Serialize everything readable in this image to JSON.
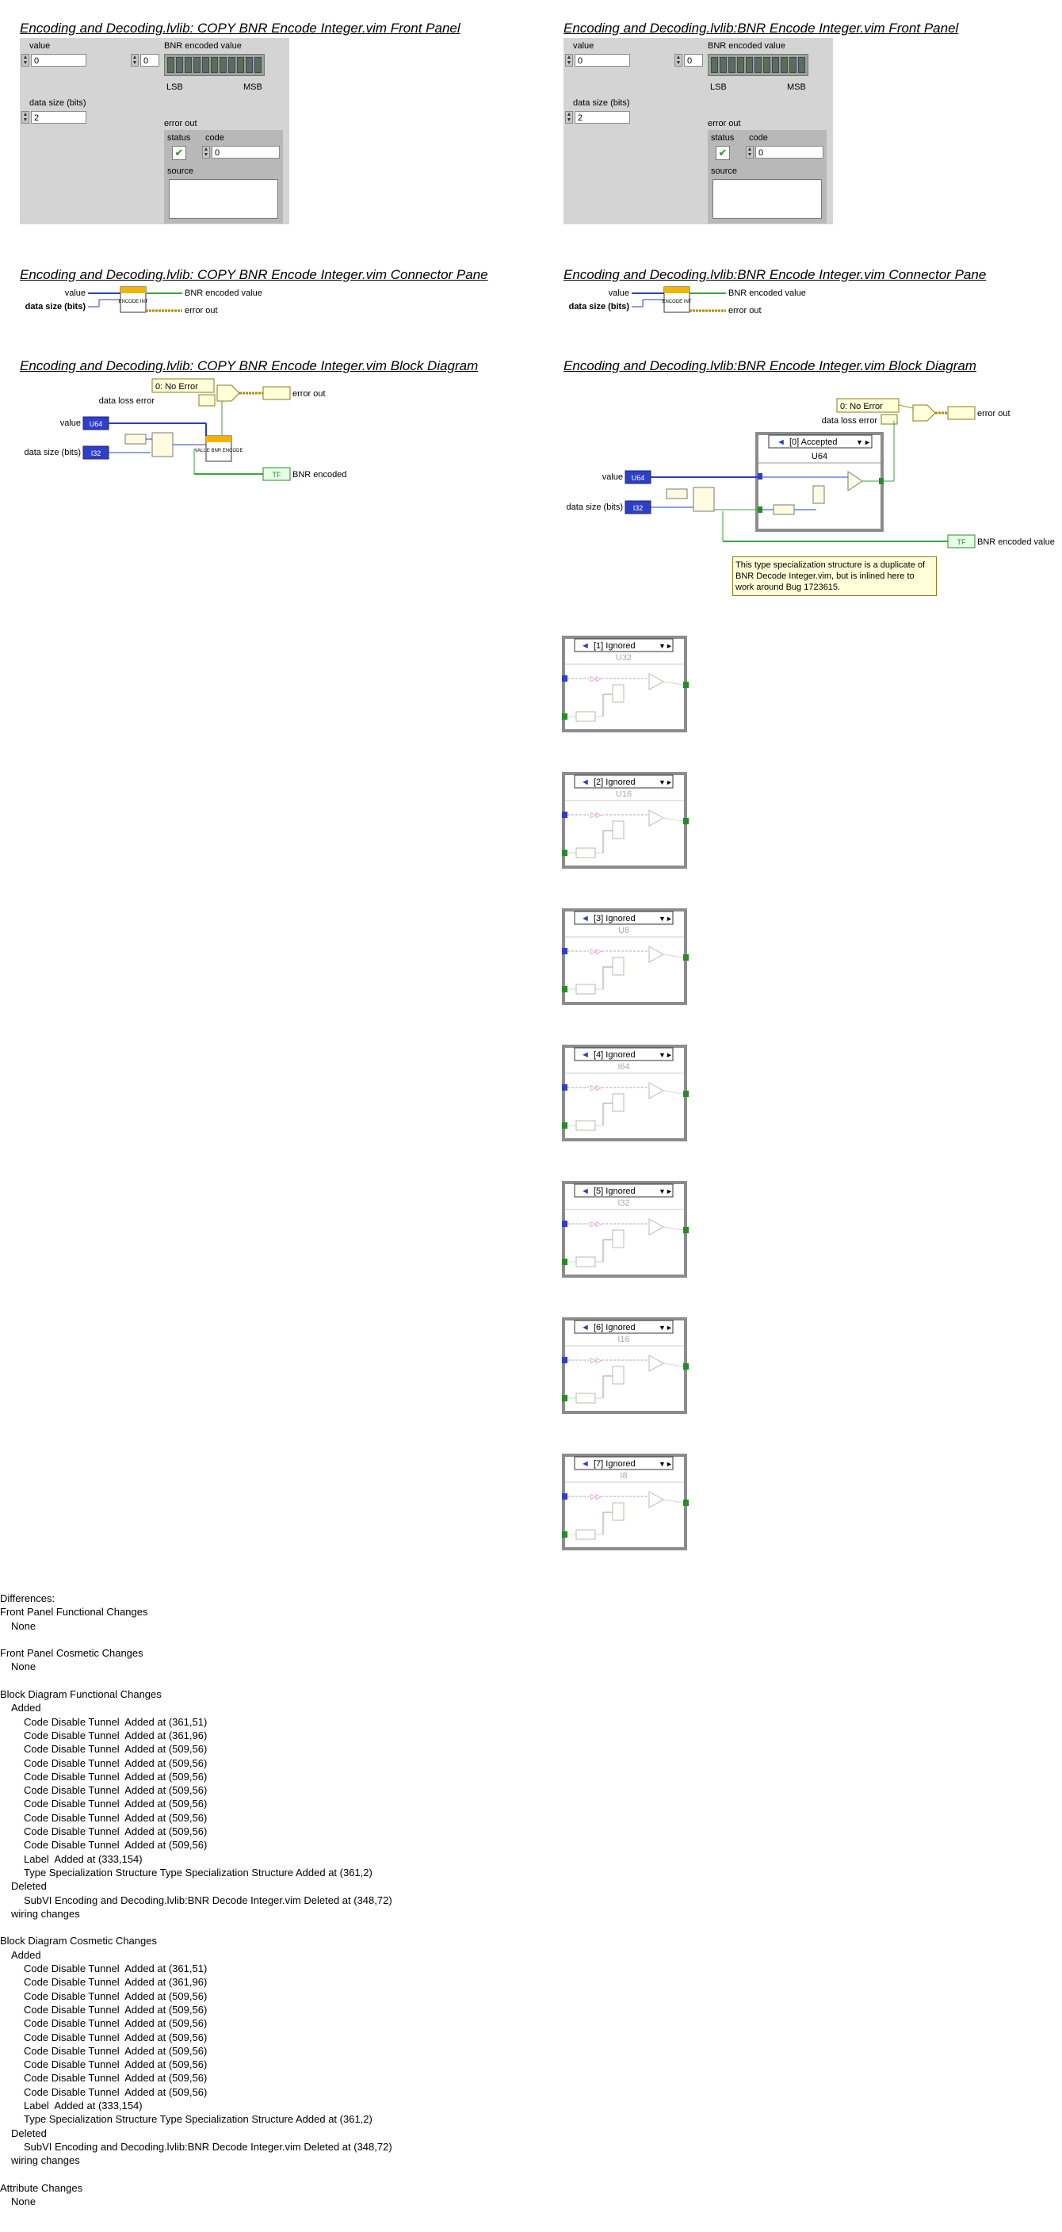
{
  "left": {
    "front_panel_title": "Encoding and Decoding.lvlib:  COPY  BNR Encode Integer.vim Front Panel",
    "connector_pane_title": "Encoding and Decoding.lvlib:  COPY  BNR Encode Integer.vim Connector Pane",
    "block_diagram_title": "Encoding and Decoding.lvlib:  COPY  BNR Encode Integer.vim Block Diagram"
  },
  "right": {
    "front_panel_title": "Encoding and Decoding.lvlib:BNR Encode Integer.vim Front Panel",
    "connector_pane_title": "Encoding and Decoding.lvlib:BNR Encode Integer.vim Connector Pane",
    "block_diagram_title": "Encoding and Decoding.lvlib:BNR Encode Integer.vim Block Diagram"
  },
  "front_panel": {
    "value_label": "value",
    "value": "0",
    "bnr_label": "BNR encoded value",
    "bnr_index": "0",
    "lsb": "LSB",
    "msb": "MSB",
    "data_size_label": "data size (bits)",
    "data_size_value": "2",
    "error_out_label": "error out",
    "status_label": "status",
    "code_label": "code",
    "code_value": "0",
    "source_label": "source"
  },
  "connector": {
    "value": "value",
    "data_size": "data size (bits)",
    "bnr_out": "BNR encoded value",
    "error_out": "error out",
    "icon_text": "ENCODE INT"
  },
  "block": {
    "no_error": "0: No Error",
    "data_loss_error": "data loss error",
    "error_out": "error out",
    "value": "value",
    "data_size": "data size (bits)",
    "bnr_out": "BNR encoded value",
    "u64_tag": "U64",
    "i32_tag": "I32",
    "tf_tag": "TF",
    "subvi_text": "VALUE BNR ENCODE",
    "case_accepted": "[0] Accepted",
    "u64_type": "U64",
    "comment": "This type specialization structure is a duplicate of BNR Decode Integer.vim, but is inlined here to work around Bug 1723615."
  },
  "ignored_cases": [
    {
      "label": "[1] Ignored",
      "type": "U32"
    },
    {
      "label": "[2] Ignored",
      "type": "U16"
    },
    {
      "label": "[3] Ignored",
      "type": "U8"
    },
    {
      "label": "[4] Ignored",
      "type": "I64"
    },
    {
      "label": "[5] Ignored",
      "type": "I32"
    },
    {
      "label": "[6] Ignored",
      "type": "I16"
    },
    {
      "label": "[7] Ignored",
      "type": "I8"
    }
  ],
  "differences": [
    {
      "level": 0,
      "text": "Differences:"
    },
    {
      "level": 0,
      "text": "Front Panel Functional Changes"
    },
    {
      "level": 1,
      "text": "None"
    },
    {
      "level": 0,
      "text": ""
    },
    {
      "level": 0,
      "text": "Front Panel Cosmetic Changes"
    },
    {
      "level": 1,
      "text": "None"
    },
    {
      "level": 0,
      "text": ""
    },
    {
      "level": 0,
      "text": "Block Diagram Functional Changes"
    },
    {
      "level": 1,
      "text": "Added"
    },
    {
      "level": 2,
      "text": "Code Disable Tunnel  Added at (361,51)"
    },
    {
      "level": 2,
      "text": "Code Disable Tunnel  Added at (361,96)"
    },
    {
      "level": 2,
      "text": "Code Disable Tunnel  Added at (509,56)"
    },
    {
      "level": 2,
      "text": "Code Disable Tunnel  Added at (509,56)"
    },
    {
      "level": 2,
      "text": "Code Disable Tunnel  Added at (509,56)"
    },
    {
      "level": 2,
      "text": "Code Disable Tunnel  Added at (509,56)"
    },
    {
      "level": 2,
      "text": "Code Disable Tunnel  Added at (509,56)"
    },
    {
      "level": 2,
      "text": "Code Disable Tunnel  Added at (509,56)"
    },
    {
      "level": 2,
      "text": "Code Disable Tunnel  Added at (509,56)"
    },
    {
      "level": 2,
      "text": "Code Disable Tunnel  Added at (509,56)"
    },
    {
      "level": 2,
      "text": "Label  Added at (333,154)"
    },
    {
      "level": 2,
      "text": "Type Specialization Structure Type Specialization Structure Added at (361,2)"
    },
    {
      "level": 1,
      "text": "Deleted"
    },
    {
      "level": 2,
      "text": "SubVI Encoding and Decoding.lvlib:BNR Decode Integer.vim Deleted at (348,72)"
    },
    {
      "level": 1,
      "text": "wiring changes"
    },
    {
      "level": 0,
      "text": ""
    },
    {
      "level": 0,
      "text": "Block Diagram Cosmetic Changes"
    },
    {
      "level": 1,
      "text": "Added"
    },
    {
      "level": 2,
      "text": "Code Disable Tunnel  Added at (361,51)"
    },
    {
      "level": 2,
      "text": "Code Disable Tunnel  Added at (361,96)"
    },
    {
      "level": 2,
      "text": "Code Disable Tunnel  Added at (509,56)"
    },
    {
      "level": 2,
      "text": "Code Disable Tunnel  Added at (509,56)"
    },
    {
      "level": 2,
      "text": "Code Disable Tunnel  Added at (509,56)"
    },
    {
      "level": 2,
      "text": "Code Disable Tunnel  Added at (509,56)"
    },
    {
      "level": 2,
      "text": "Code Disable Tunnel  Added at (509,56)"
    },
    {
      "level": 2,
      "text": "Code Disable Tunnel  Added at (509,56)"
    },
    {
      "level": 2,
      "text": "Code Disable Tunnel  Added at (509,56)"
    },
    {
      "level": 2,
      "text": "Code Disable Tunnel  Added at (509,56)"
    },
    {
      "level": 2,
      "text": "Label  Added at (333,154)"
    },
    {
      "level": 2,
      "text": "Type Specialization Structure Type Specialization Structure Added at (361,2)"
    },
    {
      "level": 1,
      "text": "Deleted"
    },
    {
      "level": 2,
      "text": "SubVI Encoding and Decoding.lvlib:BNR Decode Integer.vim Deleted at (348,72)"
    },
    {
      "level": 1,
      "text": "wiring changes"
    },
    {
      "level": 0,
      "text": ""
    },
    {
      "level": 0,
      "text": "Attribute Changes"
    },
    {
      "level": 1,
      "text": "None"
    }
  ]
}
